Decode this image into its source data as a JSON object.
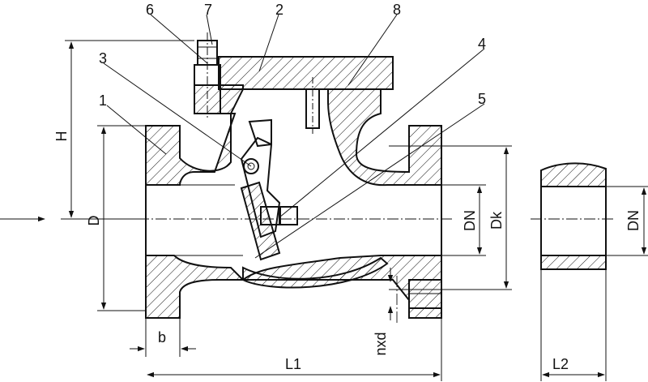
{
  "callouts": [
    "1",
    "2",
    "3",
    "4",
    "5",
    "6",
    "7",
    "8"
  ],
  "dimensions": {
    "height": "H",
    "flange_dia": "D",
    "bore_dn": "DN",
    "bolt_circle": "Dk",
    "flange_thk": "b",
    "length_1": "L1",
    "length_2": "L2",
    "bolt_holes": "nxd",
    "bore_dn_end": "DN"
  }
}
